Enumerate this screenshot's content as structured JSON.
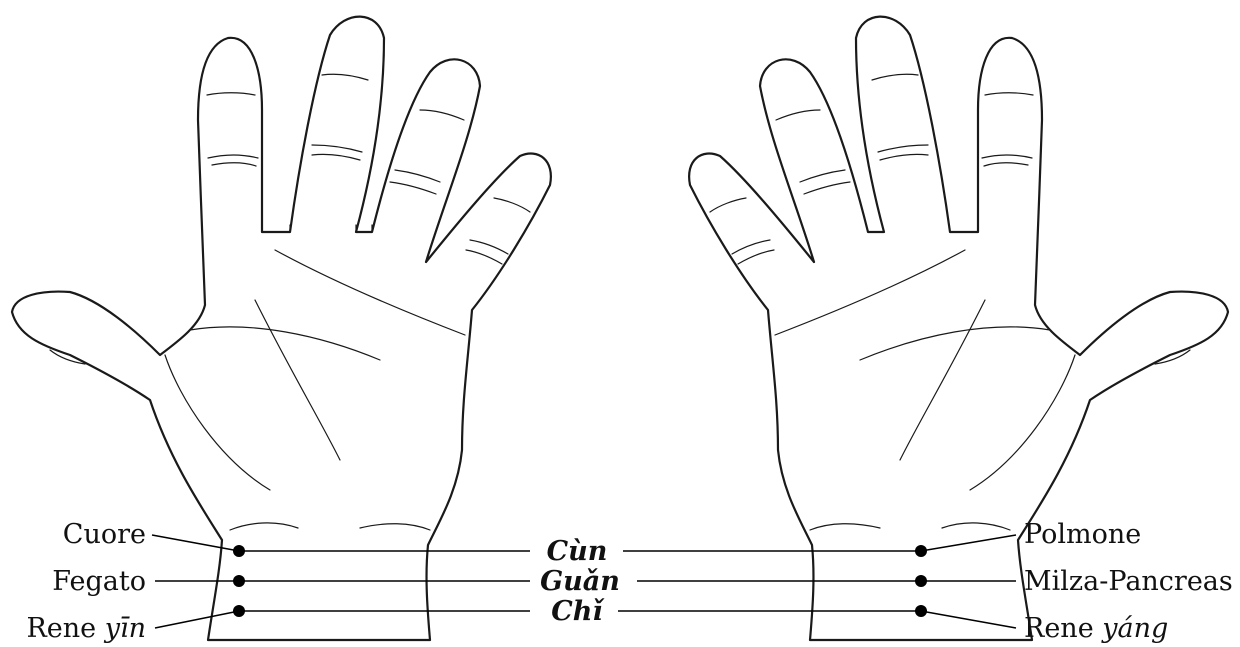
{
  "labels_left": {
    "row1": "Cuore",
    "row2": "Fegato",
    "row3_main": "Rene",
    "row3_italic": "yīn"
  },
  "labels_center": {
    "row1": "Cùn",
    "row2": "Guǎn",
    "row3": "Chǐ"
  },
  "labels_right": {
    "row1": "Polmone",
    "row2": "Milza-Pancreas",
    "row3_main": "Rene",
    "row3_italic": "yáng"
  },
  "colors": {
    "line": "#000000",
    "background": "#ffffff"
  }
}
